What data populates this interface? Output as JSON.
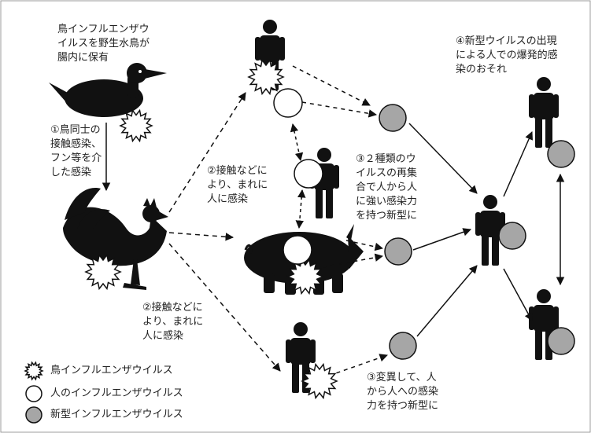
{
  "labels": {
    "wild_bird": "鳥インフルエンザウ\nイルスを野生水鳥が\n腸内に保有",
    "bird_to_bird": "①鳥同士の\n接触感染、\nフン等を介\nした感染",
    "contact_upper": "②接触などに\nより、まれに\n人に感染",
    "contact_lower": "②接触などに\nより、まれに\n人に感染",
    "reassortment": "③２種類のウ\nイルスの再集\n合で人から人\nに強い感染力\nを持つ新型に",
    "mutation": "③変異して、人\nから人への感染\n力を持つ新型に",
    "pandemic": "④新型ウイルスの出現\nによる人での爆発的感\n染のおそれ"
  },
  "legend": [
    {
      "icon": "starburst",
      "label": "鳥インフルエンザウイルス"
    },
    {
      "icon": "white-circle",
      "label": "人のインフルエンザウイルス"
    },
    {
      "icon": "gray-circle",
      "label": "新型インフルエンザウイルス"
    }
  ],
  "colors": {
    "silhouette": "#111111",
    "new_virus": "#a6a6a6",
    "border": "#999999"
  }
}
